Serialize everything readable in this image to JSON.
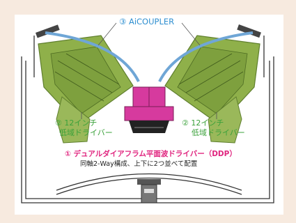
{
  "labels": {
    "coupler": "③ AiCOUPLER",
    "woofer_left_1": "② 12インチ",
    "woofer_left_2": "低域ドライバー",
    "woofer_right_1": "② 12インチ",
    "woofer_right_2": "低域ドライバー",
    "ddp_title": "① デュアルダイアフラム平面波ドライバー（DDP）",
    "ddp_note": "同軸2-Way構成、上下に2つ並べて配置"
  },
  "colors": {
    "background": "#f7eadf",
    "panel": "#ffffff",
    "woofer": "#8fb04a",
    "woofer_dark": "#5f7f2e",
    "coupler": "#6fa6d6",
    "ddp": "#d63a9e",
    "frame": "#333333",
    "label_blue": "#2f8fd0",
    "label_green": "#3aa13a",
    "label_pink": "#e0257f"
  }
}
